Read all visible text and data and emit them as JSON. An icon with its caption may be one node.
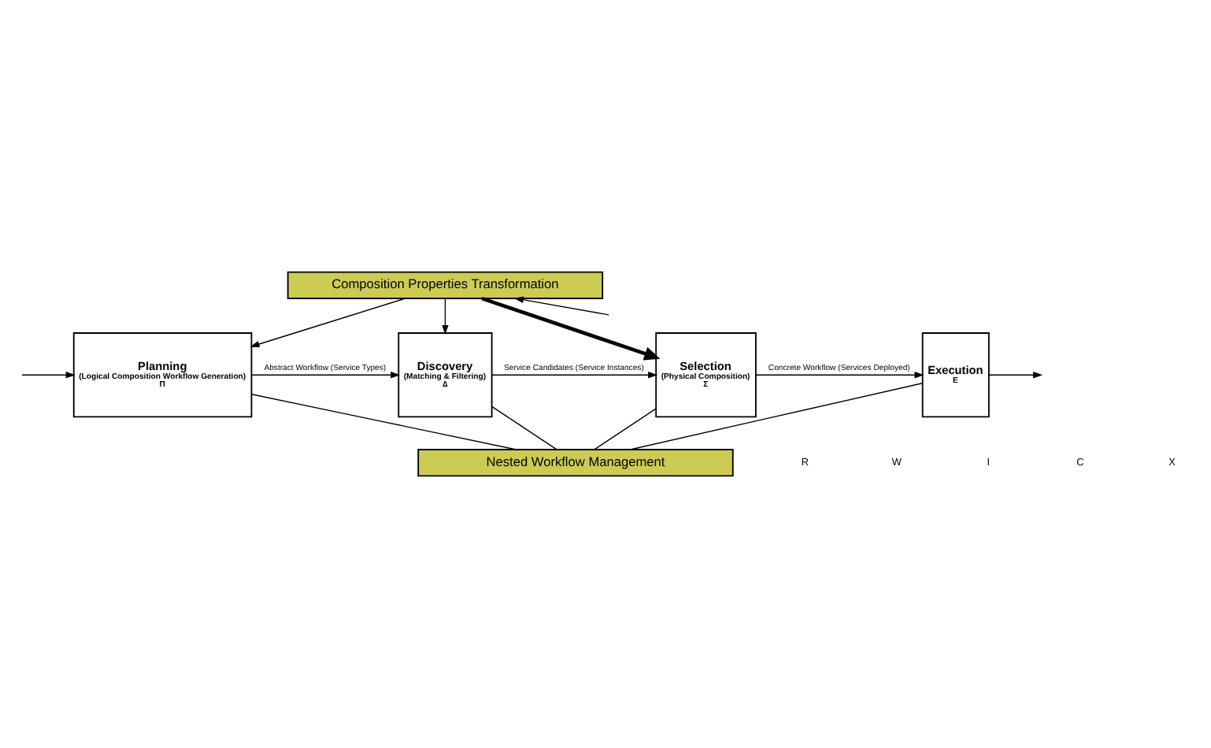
{
  "diagram": {
    "nodes": [
      {
        "text": [
          "Composition Properties Transformation"
        ]
      },
      {
        "text": [
          "Planning",
          "(Logical Composition Workflow Generation)",
          "Π"
        ]
      },
      {
        "text": [
          "Discovery",
          "(Matching & Filtering)",
          "∆"
        ]
      },
      {
        "text": [
          "Selection",
          "(Physical Composition)",
          "Σ"
        ]
      },
      {
        "text": [
          "Execution",
          "E"
        ]
      },
      {
        "text": [
          "Nested Workflow Management"
        ]
      }
    ],
    "edges": [
      {
        "from": null,
        "to": 1,
        "arrow": "to"
      },
      {
        "from": null,
        "to": 0,
        "arrow": "to"
      },
      {
        "from": 0,
        "to": 1,
        "arrow": "to"
      },
      {
        "from": 0,
        "to": 2,
        "arrow": "to"
      },
      {
        "from": 0,
        "to": 3,
        "arrow": "to",
        "style": "thick"
      },
      {
        "from": 1,
        "to": 2,
        "arrow": "to",
        "label": "Abstract Workflow (Service Types)"
      },
      {
        "from": 2,
        "to": 3,
        "arrow": "to",
        "label": "Service Candidates (Service Instances)"
      },
      {
        "from": 3,
        "to": 4,
        "arrow": "to",
        "label": "Concrete Workflow (Services Deployed)"
      },
      {
        "from": 4,
        "to": null,
        "arrow": "to"
      },
      {
        "from": 1,
        "to": 5,
        "arrow": "none"
      },
      {
        "from": 2,
        "to": 5,
        "arrow": "none"
      },
      {
        "from": 3,
        "to": 5,
        "arrow": "none"
      },
      {
        "from": 4,
        "to": 5,
        "arrow": "none"
      }
    ],
    "labels": [
      "R",
      "W",
      "I",
      "C",
      "X"
    ]
  }
}
